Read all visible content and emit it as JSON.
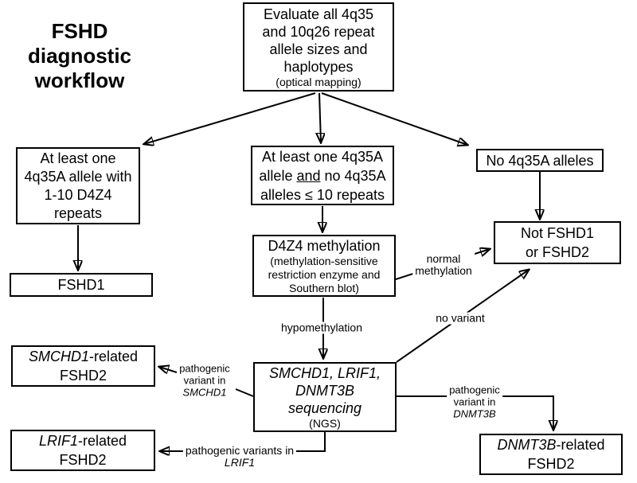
{
  "title": {
    "lines": [
      "FSHD",
      "diagnostic",
      "workflow"
    ]
  },
  "boxes": {
    "evaluate": {
      "lines": [
        "Evaluate all 4q35",
        "and 10q26 repeat",
        "allele sizes and",
        "haplotypes"
      ],
      "method": "(optical mapping)"
    },
    "criteria_fshd1": {
      "lines": [
        "At least one",
        "4q35A allele with",
        "1-10 D4Z4",
        "repeats"
      ]
    },
    "criteria_methylation": {
      "line1": "At least one 4q35A",
      "line2_pre": "allele ",
      "line2_underlined": "and",
      "line2_post": " no 4q35A",
      "line3": "alleles ≤ 10 repeats"
    },
    "no_4q35a": {
      "label": "No 4q35A alleles"
    },
    "fshd1": {
      "label": "FSHD1"
    },
    "d4z4_methylation": {
      "title": "D4Z4 methylation",
      "method_lines": [
        "(methylation-sensitive",
        "restriction enzyme and",
        "Southern blot)"
      ]
    },
    "not_fshd": {
      "lines": [
        "Not FSHD1",
        "or FSHD2"
      ]
    },
    "sequencing": {
      "gene_lines": [
        "SMCHD1, LRIF1,",
        "DNMT3B",
        "sequencing"
      ],
      "method": "(NGS)"
    },
    "smchd1_related": {
      "gene": "SMCHD1",
      "suffix": "-related",
      "line2": "FSHD2"
    },
    "lrif1_related": {
      "gene": "LRIF1",
      "suffix": "-related",
      "line2": "FSHD2"
    },
    "dnmt3b_related": {
      "gene": "DNMT3B",
      "suffix": "-related",
      "line2": "FSHD2"
    }
  },
  "edge_labels": {
    "hypomethylation": "hypomethylation",
    "normal_methylation": {
      "line1": "normal",
      "line2": "methylation"
    },
    "no_variant": "no variant",
    "smchd1_variant": {
      "line1": "pathogenic",
      "line2": "variant in",
      "gene": "SMCHD1"
    },
    "dnmt3b_variant": {
      "line1": "pathogenic",
      "line2": "variant in",
      "gene": "DNMT3B"
    },
    "lrif1_variant": {
      "line1": "pathogenic variants in",
      "gene": "LRIF1"
    }
  },
  "colors": {
    "ink": "#000000",
    "background": "#ffffff"
  }
}
